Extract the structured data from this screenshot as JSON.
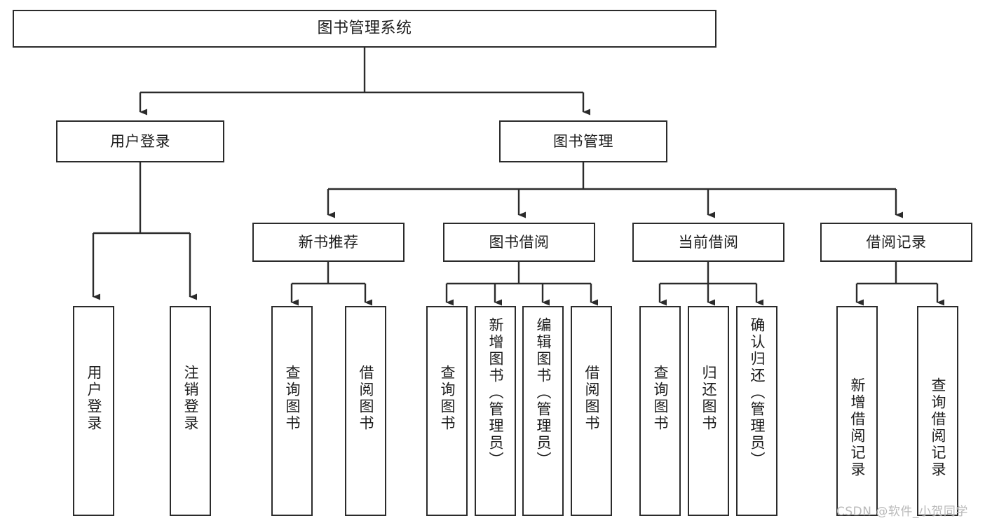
{
  "diagram": {
    "title": "图书管理系统",
    "type": "tree",
    "watermark": "CSDN @软件_小贺同学",
    "colors": {
      "background": "#ffffff",
      "box_fill": "#ffffff",
      "box_border": "#2b2b2b",
      "text": "#1d1d1d",
      "connector": "#2b2b2b",
      "watermark": "#b9b9b9"
    },
    "levels": {
      "root": {
        "label": "图书管理系统"
      },
      "level2": [
        {
          "label": "用户登录"
        },
        {
          "label": "图书管理"
        }
      ],
      "level3": [
        {
          "label": "新书推荐"
        },
        {
          "label": "图书借阅"
        },
        {
          "label": "当前借阅"
        },
        {
          "label": "借阅记录"
        }
      ],
      "leaves": {
        "user_login": [
          {
            "label": "用户登录"
          },
          {
            "label": "注销登录"
          }
        ],
        "new_book_recommend": [
          {
            "label": "查询图书"
          },
          {
            "label": "借阅图书"
          }
        ],
        "book_borrow": [
          {
            "label": "查询图书"
          },
          {
            "label": "新增图书（管理员）"
          },
          {
            "label": "编辑图书（管理员）"
          },
          {
            "label": "借阅图书"
          }
        ],
        "current_borrow": [
          {
            "label": "查询图书"
          },
          {
            "label": "归还图书"
          },
          {
            "label": "确认归还（管理员）"
          }
        ],
        "borrow_record": [
          {
            "label": "新增借阅记录"
          },
          {
            "label": "查询借阅记录"
          }
        ]
      }
    }
  }
}
